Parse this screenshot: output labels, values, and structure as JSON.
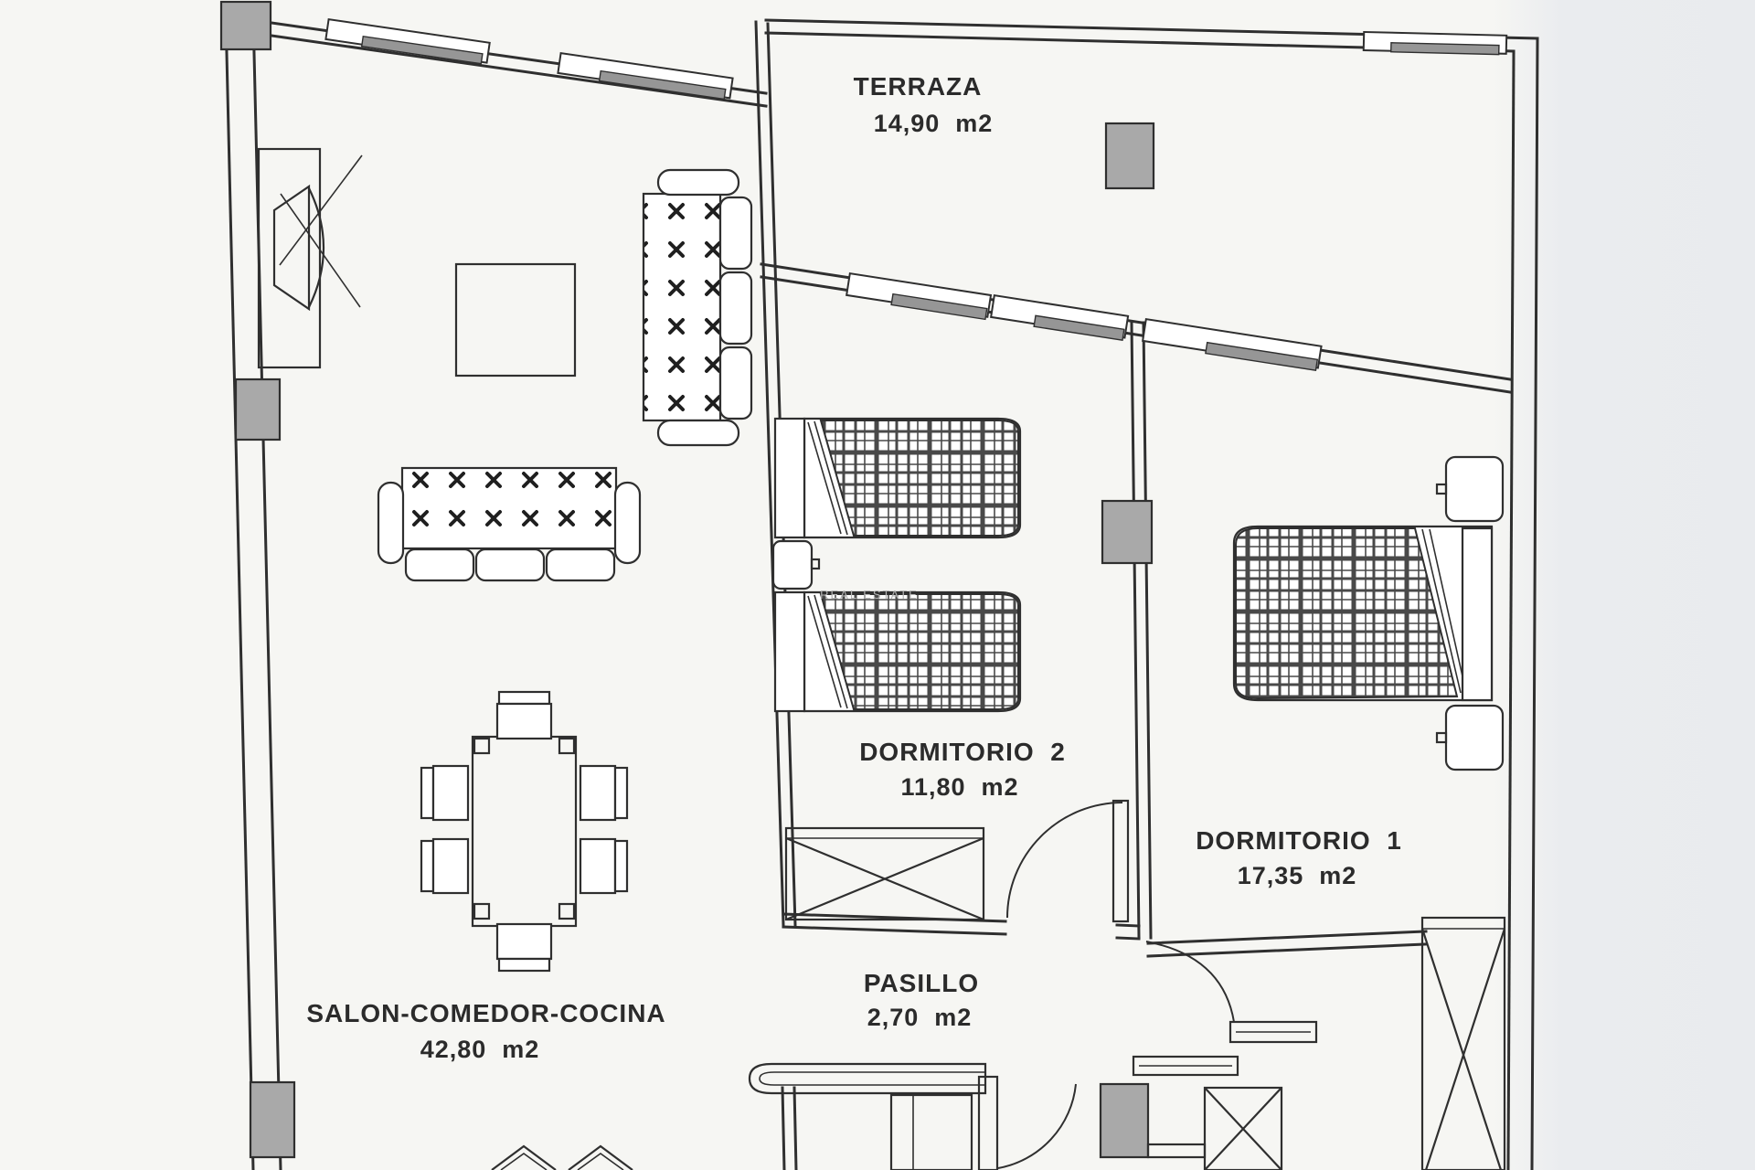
{
  "rooms": {
    "terraza": {
      "name": "TERRAZA",
      "area": "14,90  m2"
    },
    "dormitorio2": {
      "name": "DORMITORIO  2",
      "area": "11,80  m2"
    },
    "dormitorio1": {
      "name": "DORMITORIO  1",
      "area": "17,35  m2"
    },
    "pasillo": {
      "name": "PASILLO",
      "area": "2,70  m2"
    },
    "salon": {
      "name": "SALON-COMEDOR-COCINA",
      "area": "42,80  m2"
    }
  },
  "watermark": "REAL ESTATE",
  "colors": {
    "line": "#2f2f2f",
    "pillar": "#a9a9a9",
    "sill": "#969696",
    "paper": "#f6f6f3",
    "margin": "#e9ebee"
  }
}
